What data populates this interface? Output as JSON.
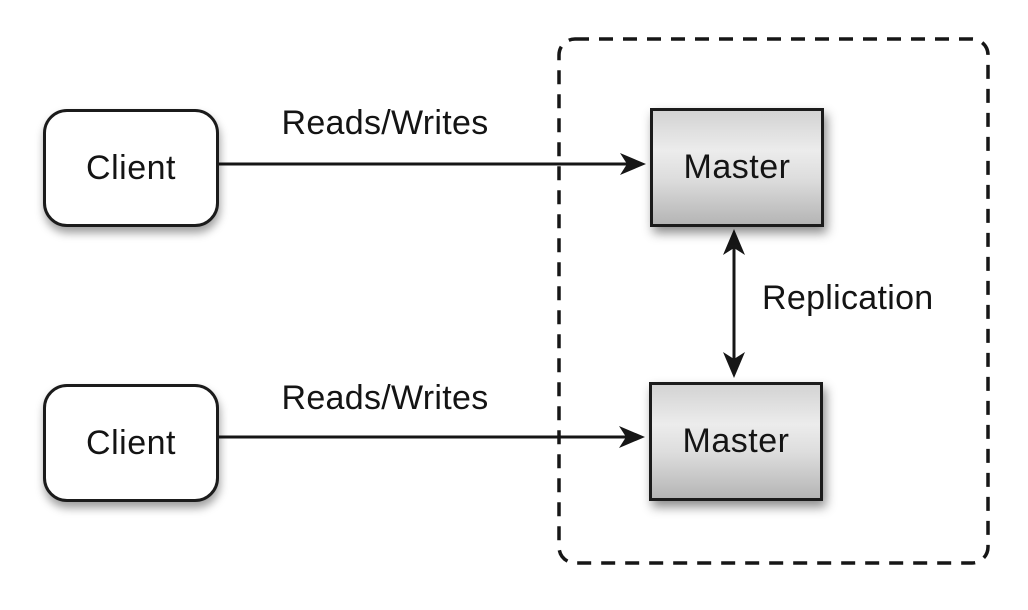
{
  "diagram": {
    "type": "architecture-diagram",
    "topic": "master-master-replication",
    "background": "#ffffff",
    "nodes": {
      "client_top": {
        "label": "Client",
        "shape": "rounded-rect",
        "fill": "#ffffff"
      },
      "client_bottom": {
        "label": "Client",
        "shape": "rounded-rect",
        "fill": "#ffffff"
      },
      "master_top": {
        "label": "Master",
        "shape": "rect",
        "fill": "gray-gradient"
      },
      "master_bottom": {
        "label": "Master",
        "shape": "rect",
        "fill": "gray-gradient"
      }
    },
    "edges": {
      "reads_writes_top": {
        "label": "Reads/Writes",
        "from": "client_top",
        "to": "master_top",
        "direction": "single"
      },
      "reads_writes_bottom": {
        "label": "Reads/Writes",
        "from": "client_bottom",
        "to": "master_bottom",
        "direction": "single"
      },
      "replication": {
        "label": "Replication",
        "from": "master_top",
        "to": "master_bottom",
        "direction": "double"
      }
    },
    "group": {
      "contains": [
        "master_top",
        "master_bottom"
      ],
      "border_style": "dashed"
    },
    "colors": {
      "line": "#161616",
      "text": "#141414",
      "node_border": "#1b1b1b",
      "master_gradient_top": "#d3d3d3",
      "master_gradient_mid": "#ececec",
      "master_gradient_bottom": "#b5b5b5"
    }
  }
}
